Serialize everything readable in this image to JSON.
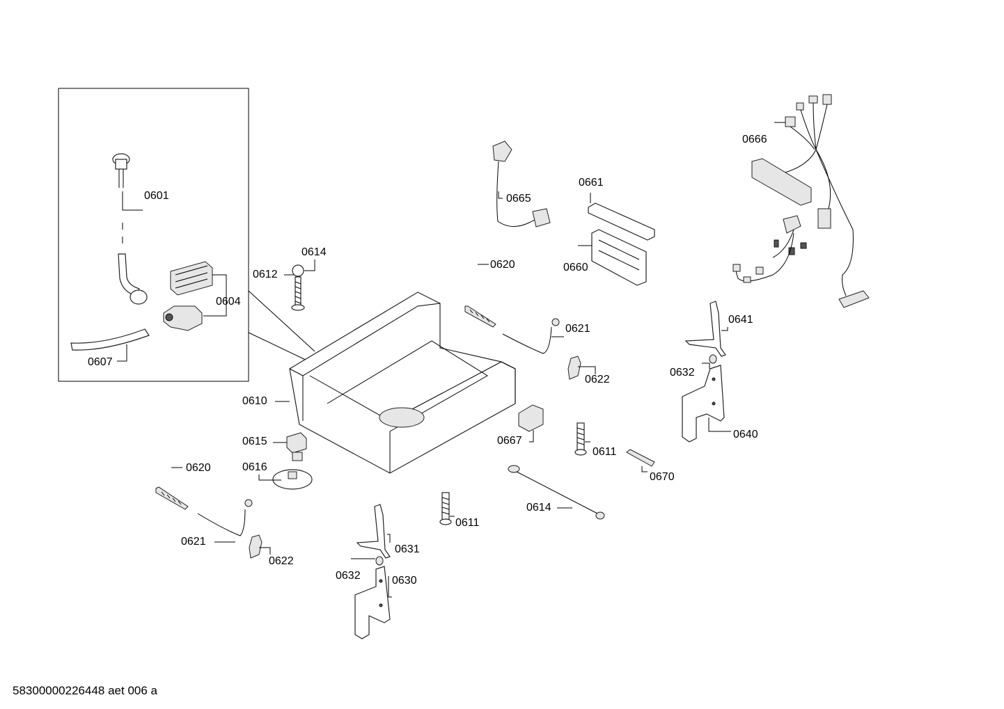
{
  "document_code": "58300000226448 aet 006 a",
  "callouts": {
    "p0601": "0601",
    "p0604": "0604",
    "p0607": "0607",
    "p0610": "0610",
    "p0611a": "0611",
    "p0611b": "0611",
    "p0612": "0612",
    "p0614a": "0614",
    "p0614b": "0614",
    "p0615": "0615",
    "p0616": "0616",
    "p0620a": "0620",
    "p0620b": "0620",
    "p0621a": "0621",
    "p0621b": "0621",
    "p0622a": "0622",
    "p0622b": "0622",
    "p0630": "0630",
    "p0631": "0631",
    "p0632a": "0632",
    "p0632b": "0632",
    "p0640": "0640",
    "p0641": "0641",
    "p0660": "0660",
    "p0661": "0661",
    "p0665": "0665",
    "p0666": "0666",
    "p0667": "0667",
    "p0670": "0670"
  }
}
